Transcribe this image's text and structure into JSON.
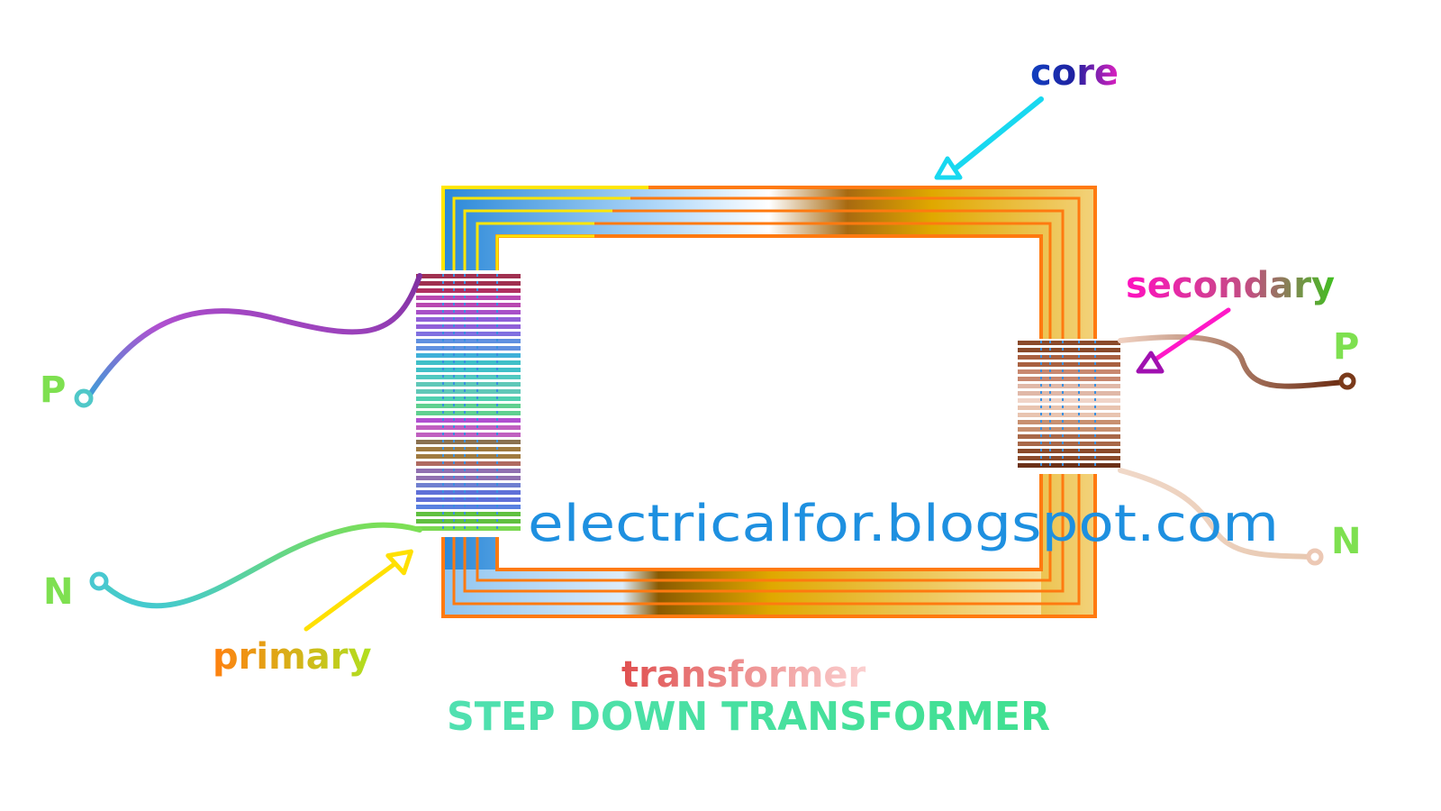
{
  "labels": {
    "core": "core",
    "secondary": "secondary",
    "primary": "primary",
    "primary_p": "P",
    "primary_n": "N",
    "secondary_p": "P",
    "secondary_n": "N",
    "watermark": "electricalfor.blogspot.com",
    "caption_small": "transformer",
    "caption_main": "STEP DOWN TRANSFORMER"
  },
  "colors": {
    "background": "#ffffff",
    "core_outline": "#ff7a10",
    "core_blue": "#2a88d8",
    "core_gold": "#e0a800",
    "core_brown": "#8a5a00",
    "core_yellow": "#ffe600",
    "primary_wire_top": "#b050d0",
    "primary_wire_bottom": "#7ee050",
    "secondary_winding": "#7a3a1a",
    "core_arrow": "#18d8f0",
    "primary_arrow": "#ffe000",
    "secondary_arrow": "#a010b0",
    "watermark": "#1e90e0",
    "caption_main": "#48e0a8",
    "caption_small": "#e86060",
    "terminal_label": "#7ee050"
  },
  "icons": [
    "core-arrow-icon",
    "secondary-arrow-icon",
    "primary-arrow-icon"
  ]
}
